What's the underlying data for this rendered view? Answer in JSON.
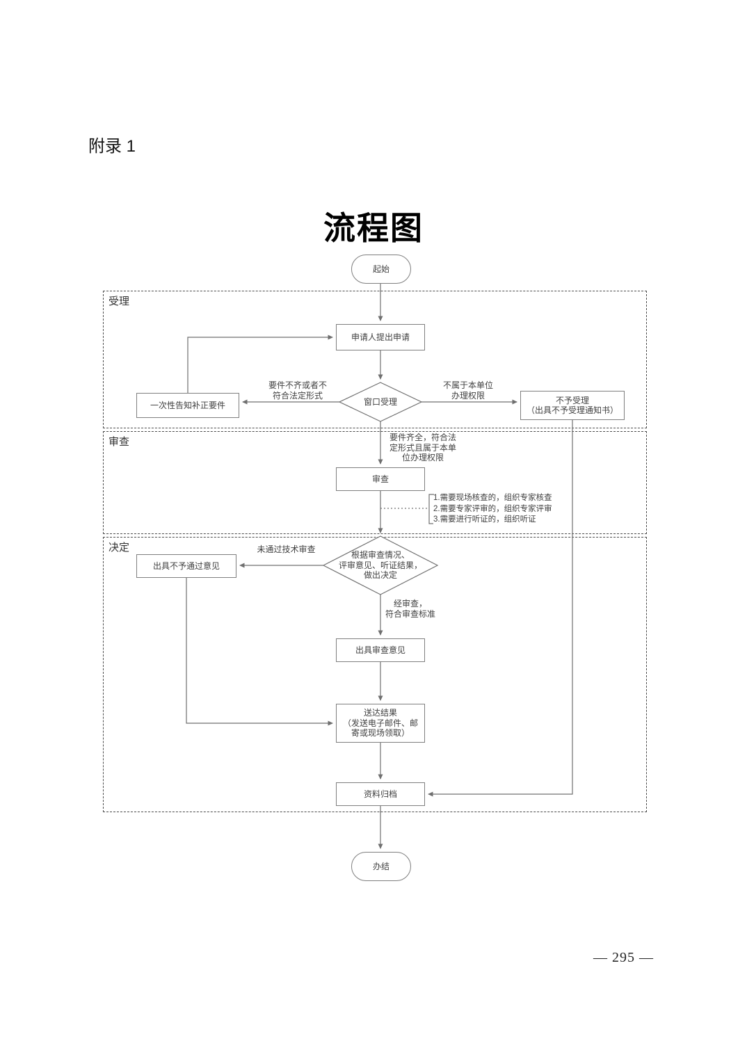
{
  "page": {
    "appendix_label": "附录 1",
    "title": "流程图",
    "page_number": "— 295 —"
  },
  "flowchart": {
    "start_label": "起始",
    "end_label": "办结",
    "sections": {
      "accept": "受理",
      "review": "审查",
      "decide": "决定"
    },
    "nodes": {
      "apply": "申请人提出申请",
      "window": "窗口受理",
      "notify_fix": "一次性告知补正要件",
      "reject": "不予受理\n（出具不予受理通知书）",
      "review": "审查",
      "decision": "根据审查情况、\n评审意见、听证结果，\n做出决定",
      "reject_opinion": "出具不予通过意见",
      "issue_opinion": "出具审查意见",
      "deliver": "送达结果\n（发送电子邮件、邮\n寄或现场领取）",
      "archive": "资料归档"
    },
    "edge_labels": {
      "incomplete": "要件不齐或者不\n符合法定形式",
      "not_authority": "不属于本单位\n办理权限",
      "complete": "要件齐全，符合法\n定形式且属于本单\n位办理权限",
      "fail_review": "未通过技术审查",
      "pass_review": "经审查，\n符合审查标准"
    },
    "annotation": "1.需要现场核查的，组织专家核查\n2.需要专家评审的，组织专家评审\n3.需要进行听证的，组织听证"
  }
}
